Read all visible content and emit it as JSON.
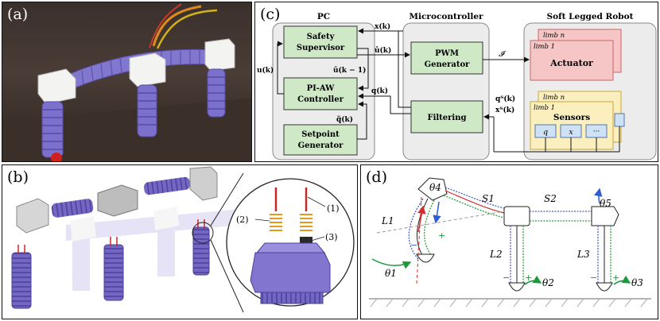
{
  "figure": {
    "panel_a": {
      "tag": "(a)"
    },
    "panel_b": {
      "tag": "(b)",
      "callouts": [
        "(1)",
        "(2)",
        "(3)"
      ]
    },
    "panel_c": {
      "tag": "(c)",
      "groups": {
        "pc": "PC",
        "microcontroller": "Microcontroller",
        "robot": "Soft Legged Robot"
      },
      "blocks": {
        "safety_line1": "Safety",
        "safety_line2": "Supervisor",
        "piaw_line1": "PI-AW",
        "piaw_line2": "Controller",
        "setpoint_line1": "Setpoint",
        "setpoint_line2": "Generator",
        "pwm_line1": "PWM",
        "pwm_line2": "Generator",
        "filtering": "Filtering",
        "actuator": "Actuator",
        "sensors": "Sensors",
        "limb_n": "limb n",
        "limb_1": "limb 1",
        "sensor_q": "q",
        "sensor_x": "x",
        "sensor_dots": "···"
      },
      "signals": {
        "x_k": "x(k)",
        "u_hat_k": "û(k)",
        "u_k": "u(k)",
        "u_tilde_prev": "ũ(k − 1)",
        "q_k": "q(k)",
        "q_tilde_k": "q̃(k)",
        "I": "𝓘",
        "qT_k": "qᵀ(k)",
        "xT_k": "xᵀ(k)"
      }
    },
    "panel_d": {
      "tag": "(d)",
      "labels": {
        "theta1": "θ1",
        "theta2": "θ2",
        "theta3": "θ3",
        "theta4": "θ4",
        "theta5": "θ5",
        "L1": "L1",
        "L2": "L2",
        "L3": "L3",
        "S1": "S1",
        "S2": "S2",
        "plus": "+",
        "minus": "−"
      }
    },
    "colors": {
      "block_green": "#cfe9c7",
      "group_gray": "#ececec",
      "actuator_pink": "#f6c5c5",
      "sensor_yellow": "#fbf0bd",
      "sensor_blue": "#cfe2f5",
      "spring_blue": "#4a5fc7",
      "spring_green": "#2e9e3a",
      "arrow_green": "#1a9a3a",
      "arrow_blue": "#2d5cd6",
      "arrow_red": "#d03030",
      "robot_purple": "#7a6fc7"
    }
  }
}
